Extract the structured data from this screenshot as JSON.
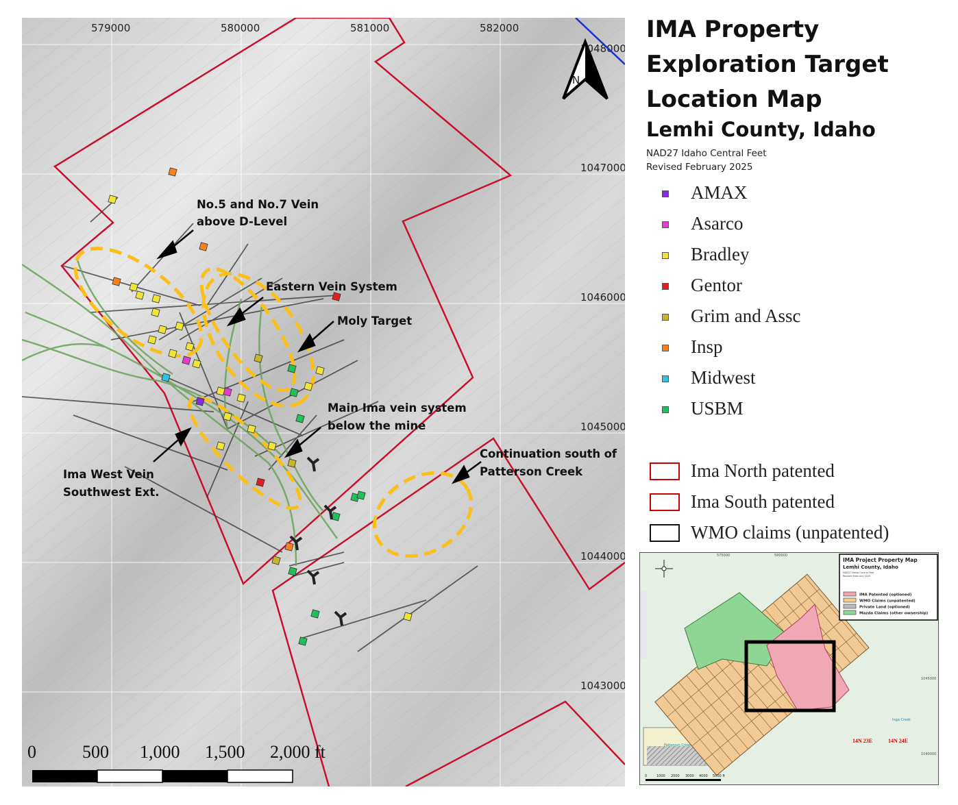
{
  "title": {
    "lines": [
      "IMA Property",
      "Exploration Target",
      "Location Map"
    ],
    "subtitle": "Lemhi County, Idaho",
    "projection": "NAD27 Idaho Central Feet",
    "revised": "Revised February 2025"
  },
  "legend": {
    "drillholes": [
      {
        "label": "AMAX",
        "color": "#8a2be2"
      },
      {
        "label": "Asarco",
        "color": "#e040d0"
      },
      {
        "label": "Bradley",
        "color": "#f2e33a"
      },
      {
        "label": "Gentor",
        "color": "#e0201e"
      },
      {
        "label": "Grim and Assc",
        "color": "#c7b42a"
      },
      {
        "label": "Insp",
        "color": "#f58220"
      },
      {
        "label": "Midwest",
        "color": "#30c0e0"
      },
      {
        "label": "USBM",
        "color": "#22c05a"
      }
    ],
    "boundaries": [
      {
        "label": "Ima North patented",
        "color": "#cc0000"
      },
      {
        "label": "Ima South patented",
        "color": "#cc0000"
      },
      {
        "label": "WMO claims (unpatented)",
        "color": "#111111"
      }
    ]
  },
  "map": {
    "north_label": "N",
    "eastings": [
      "579000",
      "580000",
      "581000",
      "582000"
    ],
    "northings": [
      "1048000",
      "1047000",
      "1046000",
      "1045000",
      "1044000",
      "1043000"
    ],
    "annotations": [
      {
        "lines": [
          "No.5 and No.7 Vein",
          "above D-Level"
        ]
      },
      {
        "lines": [
          "Eastern Vein System"
        ]
      },
      {
        "lines": [
          "Moly Target"
        ]
      },
      {
        "lines": [
          "Main Ima vein system",
          "below the mine"
        ]
      },
      {
        "lines": [
          "Continuation south of",
          "Patterson Creek"
        ]
      },
      {
        "lines": [
          "Ima West Vein",
          "Southwest Ext."
        ]
      }
    ],
    "scale_bar": {
      "labels": [
        "0",
        "500",
        "1,000",
        "1,500",
        "2,000 ft"
      ]
    },
    "colors": {
      "target": "#fbbf1a",
      "boundary": "#c8102e",
      "trail": "#6aa35a"
    }
  },
  "inset": {
    "title": "IMA Project Property Map",
    "subtitle": "Lemhi County, Idaho",
    "projection": "NAD27 Idaho Central Feet",
    "revised": "Revised February 2025",
    "legend": [
      {
        "label": "IMA Patented (optioned)",
        "color": "#f0a8b4"
      },
      {
        "label": "WMO Claims (unpatented)",
        "color": "#f2c894"
      },
      {
        "label": "Private Land (optioned)",
        "color": "#bbbbbb"
      },
      {
        "label": "Mazda Claims (other ownership)",
        "color": "#8fd694"
      }
    ],
    "township_labels": [
      "14N 23E",
      "14N 24E"
    ],
    "eastings": [
      "575000",
      "580000"
    ],
    "northings": [
      "1045000",
      "1040000"
    ],
    "creeks": [
      "Patterson Creek",
      "Inga Creek"
    ],
    "scale_labels": [
      "0",
      "1000",
      "2000",
      "3000",
      "4000",
      "5000 ft"
    ]
  }
}
